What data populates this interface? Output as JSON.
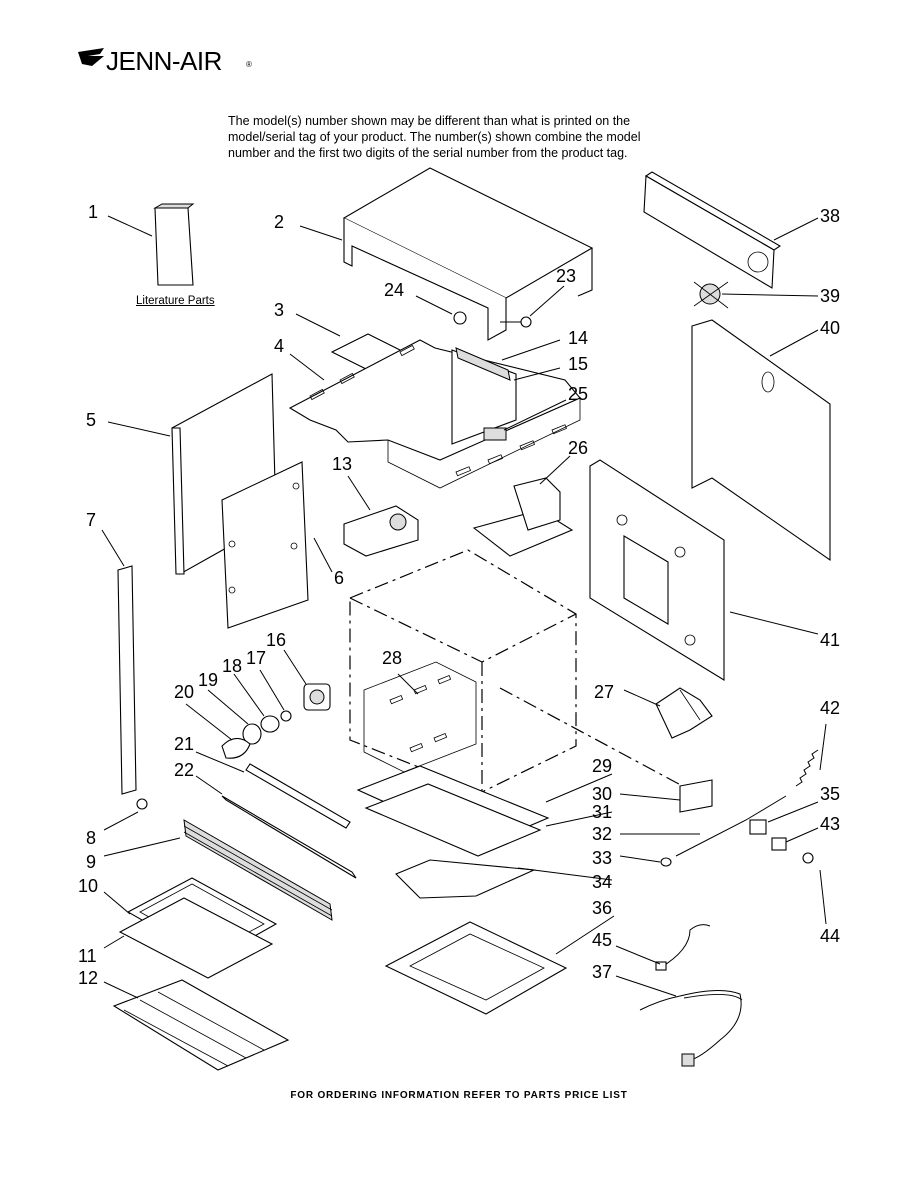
{
  "brand": {
    "logo_text": "JENN-AIR",
    "registered_mark": "®"
  },
  "intro_lines": [
    "The model(s) number shown may be different than what is printed on the",
    "model/serial tag of your product. The number(s) shown combine the model",
    "number and the first two digits of the serial number from the product tag."
  ],
  "literature_label": "Literature Parts",
  "footer": "FOR ORDERING INFORMATION REFER TO PARTS PRICE LIST",
  "callouts": [
    "1",
    "2",
    "3",
    "4",
    "5",
    "6",
    "7",
    "8",
    "9",
    "10",
    "11",
    "12",
    "13",
    "14",
    "15",
    "16",
    "17",
    "18",
    "19",
    "20",
    "21",
    "22",
    "23",
    "24",
    "25",
    "26",
    "27",
    "28",
    "29",
    "30",
    "31",
    "32",
    "33",
    "34",
    "35",
    "36",
    "37",
    "38",
    "39",
    "40",
    "41",
    "42",
    "43",
    "44",
    "45"
  ]
}
